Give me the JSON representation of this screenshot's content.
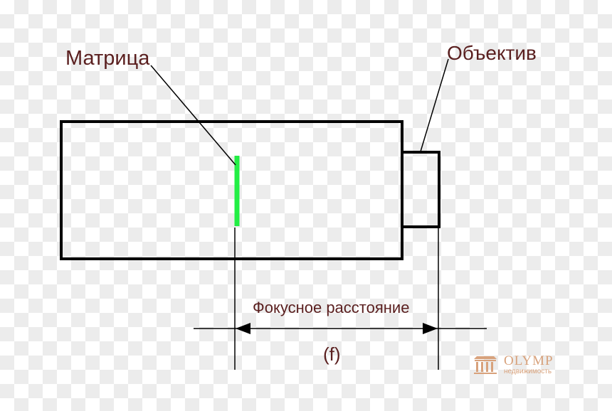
{
  "labels": {
    "matrix": "Матрица",
    "lens": "Объектив",
    "focal_distance": "Фокусное расстояние",
    "focal_symbol": "(f)"
  },
  "watermark": {
    "brand": "OLYMP",
    "subtitle": "недвижимость"
  },
  "colors": {
    "outline": "#000000",
    "sensor": "#22ee44",
    "label_text": "#5a1f1f",
    "watermark": "#d8a27c"
  }
}
